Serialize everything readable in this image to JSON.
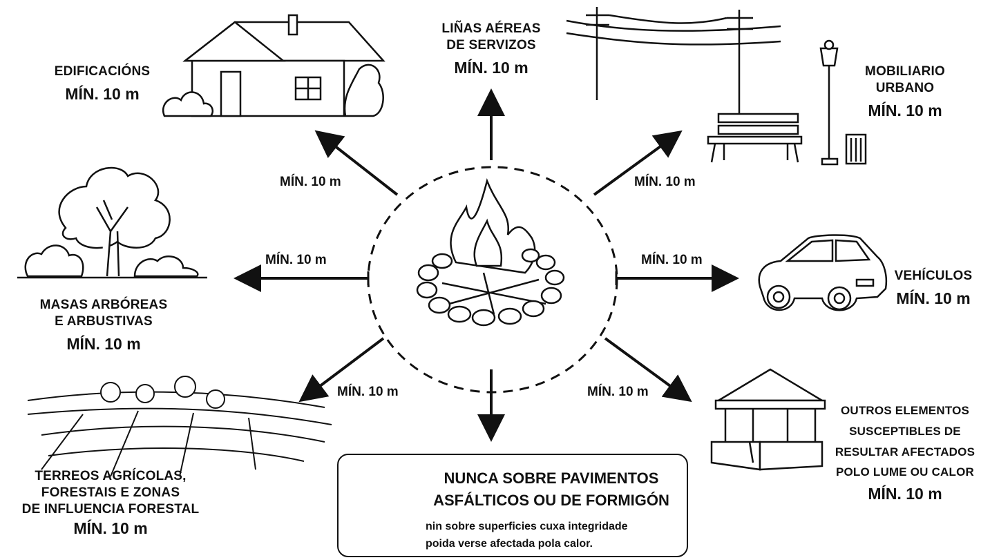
{
  "min_label": "MÍN. 10 m",
  "targets": {
    "edificacions": {
      "name": "EDIFICACIÓNS",
      "min": "MÍN. 10 m"
    },
    "linas": {
      "name_1": "LIÑAS AÉREAS",
      "name_2": "DE SERVIZOS",
      "min": "MÍN. 10 m"
    },
    "mobiliario": {
      "name_1": "MOBILIARIO",
      "name_2": "URBANO",
      "min": "MÍN. 10 m"
    },
    "masas": {
      "name_1": "MASAS ARBÓREAS",
      "name_2": "E ARBUSTIVAS",
      "min": "MÍN. 10 m"
    },
    "vehiculos": {
      "name": "VEHÍCULOS",
      "min": "MÍN. 10 m"
    },
    "terreos": {
      "name_1": "TERREOS AGRÍCOLAS,",
      "name_2": "FORESTAIS E ZONAS",
      "name_3": "DE INFLUENCIA FORESTAL",
      "min": "MÍN. 10 m"
    },
    "outros": {
      "name_1": "OUTROS ELEMENTOS",
      "name_2": "SUSCEPTIBLES DE",
      "name_3": "RESULTAR AFECTADOS",
      "name_4": "POLO LUME OU CALOR",
      "min": "MÍN. 10 m"
    }
  },
  "arrow_labels": {
    "upper_left": "MÍN. 10 m",
    "upper_right": "MÍN. 10 m",
    "left": "MÍN. 10 m",
    "right": "MÍN. 10 m",
    "lower_left": "MÍN. 10 m",
    "lower_right": "MÍN. 10 m"
  },
  "warning": {
    "title_1": "NUNCA SOBRE PAVIMENTOS",
    "title_2": "ASFÁLTICOS OU DE FORMIGÓN",
    "body_1": "nin sobre superficies cuxa integridade",
    "body_2": "poida verse afectada pola calor."
  },
  "colors": {
    "ink": "#111111",
    "background": "#ffffff"
  }
}
